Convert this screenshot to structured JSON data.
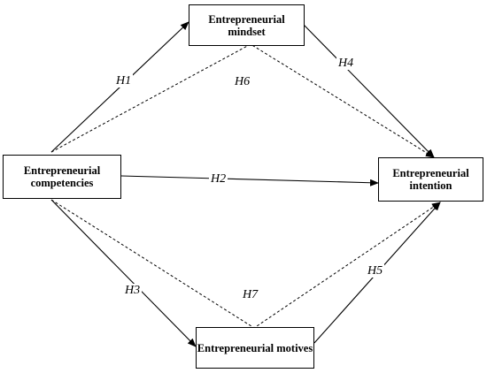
{
  "nodes": {
    "competencies": "Entrepreneurial competencies",
    "mindset": "Entrepreneurial mindset",
    "motives": "Entrepreneurial motives",
    "intention": "Entrepreneurial intention"
  },
  "hypotheses": {
    "h1": "H1",
    "h2": "H2",
    "h3": "H3",
    "h4": "H4",
    "h5": "H5",
    "h6": "H6",
    "h7": "H7"
  },
  "edge_styles": {
    "direct": "solid",
    "mediated": "dashed"
  }
}
